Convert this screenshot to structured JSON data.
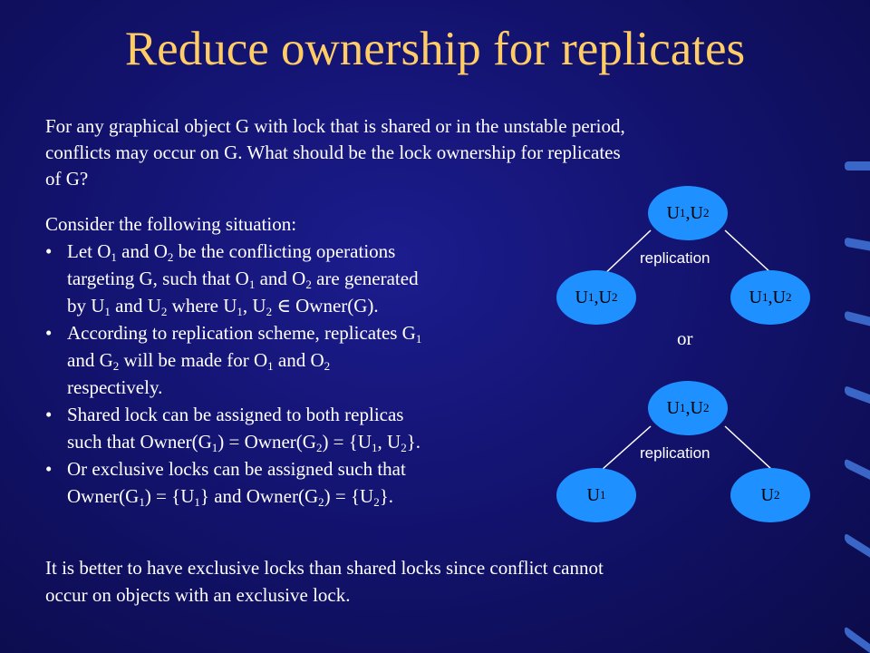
{
  "title": "Reduce ownership for replicates",
  "intro": {
    "lines": [
      "For any graphical object G with lock that is shared or in the unstable period,",
      "conflicts may occur on G. What should be the lock ownership for replicates",
      "of G?"
    ]
  },
  "situation": {
    "heading": "Consider the following situation:",
    "bullet": "•",
    "b1": {
      "p1": "Let O",
      "s1": "1",
      "p2": " and O",
      "s2": "2",
      "p3": " be the conflicting operations",
      "l2a": "targeting G, such that O",
      "l2s1": "1",
      "l2b": " and O",
      "l2s2": "2",
      "l2c": " are generated",
      "l3a": "by U",
      "l3s1": "1",
      "l3b": " and U",
      "l3s2": "2",
      "l3c": " where U",
      "l3s3": "1",
      "l3d": ", U",
      "l3s4": "2",
      "l3e": " ∈ Owner(G)."
    },
    "b2": {
      "p1": "According to replication scheme, replicates G",
      "s1": "1",
      "l2a": "and G",
      "l2s1": "2",
      "l2b": " will be made for O",
      "l2s2": "1",
      "l2c": " and O",
      "l2s3": "2",
      "l3": "respectively."
    },
    "b3": {
      "p1": "Shared lock can be assigned to both replicas",
      "l2a": "such that Owner(G",
      "l2s1": "1",
      "l2b": ") = Owner(G",
      "l2s2": "2",
      "l2c": ") = {U",
      "l2s3": "1",
      "l2d": ", U",
      "l2s4": "2",
      "l2e": "}."
    },
    "b4": {
      "p1": "Or exclusive locks can be assigned such that",
      "l2a": "Owner(G",
      "l2s1": "1",
      "l2b": ") = {U",
      "l2s2": "1",
      "l2c": "} and Owner(G",
      "l2s3": "2",
      "l2d": ") = {U",
      "l2s4": "2",
      "l2e": "}."
    }
  },
  "conclusion": {
    "lines": [
      "It is better to have exclusive locks than shared locks since conflict cannot",
      "occur on objects with an exclusive lock."
    ]
  },
  "diagram": {
    "node_color": "#1e90ff",
    "u": "U",
    "sep": ", ",
    "sub1": "1",
    "sub2": "2",
    "replication": "replication",
    "or": "or"
  }
}
